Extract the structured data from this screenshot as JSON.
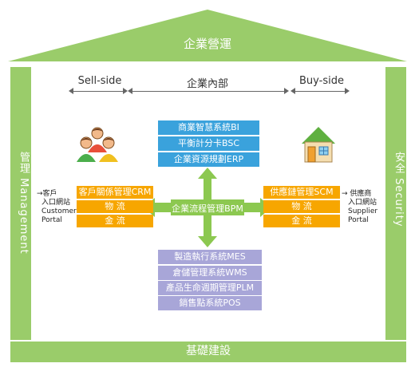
{
  "roof": {
    "label": "企業營運"
  },
  "left_pillar": {
    "label": "管理 Management"
  },
  "right_pillar": {
    "label": "安全 Security"
  },
  "base": {
    "label": "基礎建設"
  },
  "headers": {
    "sell_side": "Sell-side",
    "internal": "企業內部",
    "buy_side": "Buy-side"
  },
  "top_stack": [
    "商業智慧系統BI",
    "平衡計分卡BSC",
    "企業資源規劃ERP"
  ],
  "left_stack": [
    "客戶關係管理CRM",
    "物 流",
    "金 流"
  ],
  "right_stack": [
    "供應鏈管理SCM",
    "物 流",
    "金 流"
  ],
  "bottom_stack": [
    "製造執行系統MES",
    "倉儲管理系統WMS",
    "產品生命週期管理PLM",
    "銷售點系統POS"
  ],
  "center": {
    "label": "企業流程管理BPM"
  },
  "left_portal": {
    "lines": [
      "→客戶",
      "入口網站",
      "Customer",
      "Portal"
    ]
  },
  "right_portal": {
    "lines": [
      "→ 供應商",
      "入口網站",
      "Supplier",
      "Portal"
    ]
  },
  "icons": {
    "people": "people-icon",
    "house": "house-icon"
  },
  "colors": {
    "green": "#9acc6a",
    "blue": "#3aa2dc",
    "orange": "#f7a600",
    "purple": "#a8a6d8",
    "arrow_green": "#8cc850"
  }
}
